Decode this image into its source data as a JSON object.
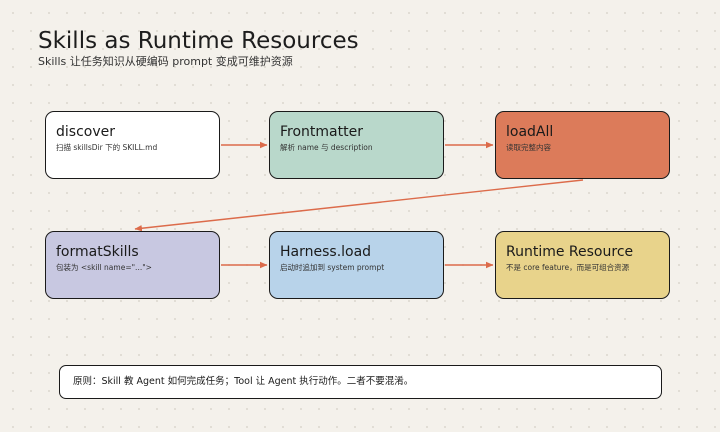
{
  "header": {
    "title": "Skills as Runtime Resources",
    "subtitle": "Skills 让任务知识从硬编码 prompt 变成可维护资源"
  },
  "nodes": [
    {
      "title": "discover",
      "subtitle": "扫描 skillsDir 下的 SKILL.md",
      "fill": "#ffffff"
    },
    {
      "title": "Frontmatter",
      "subtitle": "解析 name 与 description",
      "fill": "#b9d8cb"
    },
    {
      "title": "loadAll",
      "subtitle": "读取完整内容",
      "fill": "#dc7b5a"
    },
    {
      "title": "formatSkills",
      "subtitle": "包装为 <skill name=\"...\">",
      "fill": "#c8c8e1"
    },
    {
      "title": "Harness.load",
      "subtitle": "启动时追加到 system prompt",
      "fill": "#b8d3ea"
    },
    {
      "title": "Runtime Resource",
      "subtitle": "不是 core feature，而是可组合资源",
      "fill": "#e8d38b"
    }
  ],
  "note": {
    "text": "原则：Skill 教 Agent 如何完成任务；Tool 让 Agent 执行动作。二者不要混淆。"
  },
  "colors": {
    "arrow": "#dc6b4a",
    "border": "#1a1a1a",
    "background": "#f4f1eb"
  }
}
